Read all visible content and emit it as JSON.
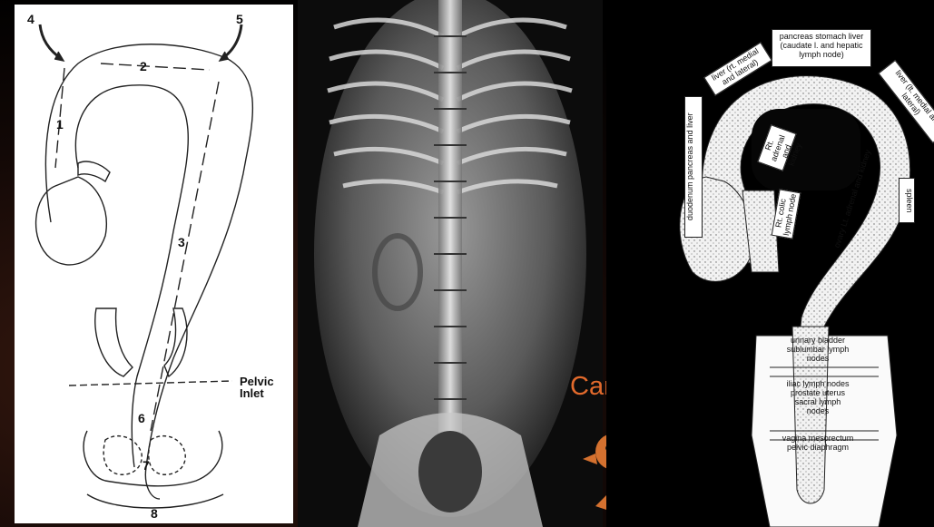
{
  "left_diagram": {
    "numbers": [
      "4",
      "5",
      "2",
      "1",
      "3",
      "6",
      "7",
      "8"
    ],
    "pelvic_label_line1": "Pelvic",
    "pelvic_label_line2": "Inlet"
  },
  "caption": "Canine colon",
  "right_diagram": {
    "labels": {
      "top_center": "pancreas stomach liver (caudate l. and hepatic lymph node)",
      "left_liver": "liver (rt. medial and lateral)",
      "right_liver": "liver (lt. medial and lateral)",
      "spleen_long": "spleen",
      "left_vertical": "duodenum pancreas and liver",
      "rt_adrenal": "Rt. adrenal and kidney",
      "rt_colic": "Rt. colic lymph node",
      "lt_adrenal": "ovary Lt. adrenal and kidney",
      "spleen_short": "spleen",
      "bladder": "urinary bladder sublumbar lymph nodes",
      "iliac": "iliac lymph nodes prostate uterus sacral lymph nodes",
      "vagina": "vagina mesorectum pelvic diaphragm"
    }
  },
  "colors": {
    "caption": "#e26a2c",
    "dog": "#d4712f"
  }
}
